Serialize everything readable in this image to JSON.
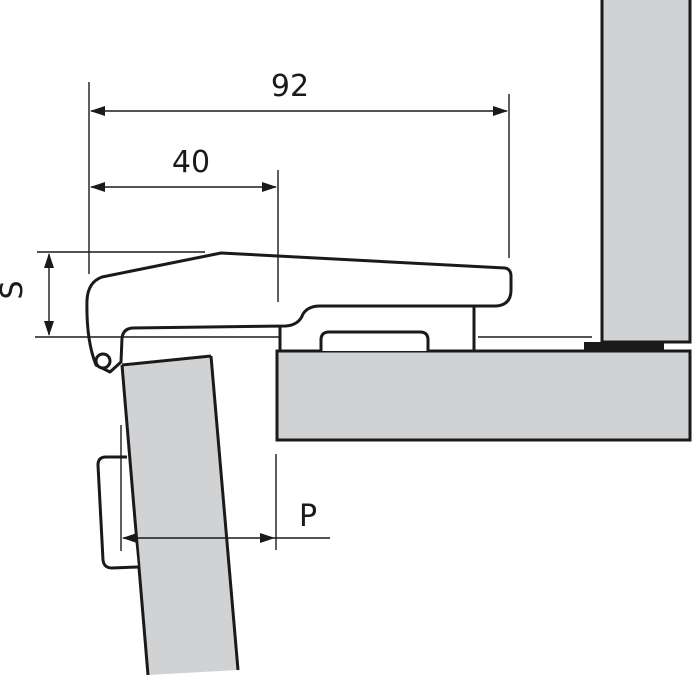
{
  "diagram": {
    "subject": "concealed cabinet hinge mounting dimensions",
    "colors": {
      "panel_fill": "#d1d2d4",
      "outline": "#1a1a1a",
      "background": "#ffffff"
    },
    "dimensions": {
      "overall_length": {
        "label": "92"
      },
      "cup_distance": {
        "label": "40"
      },
      "height_s": {
        "label": "S"
      },
      "protrusion_p": {
        "label": "P"
      }
    },
    "components": [
      "hinge-arm",
      "hinge-cup",
      "mounting-plate",
      "door-panel",
      "cabinet-side-panel",
      "cabinet-top-panel",
      "gasket-strip"
    ]
  }
}
